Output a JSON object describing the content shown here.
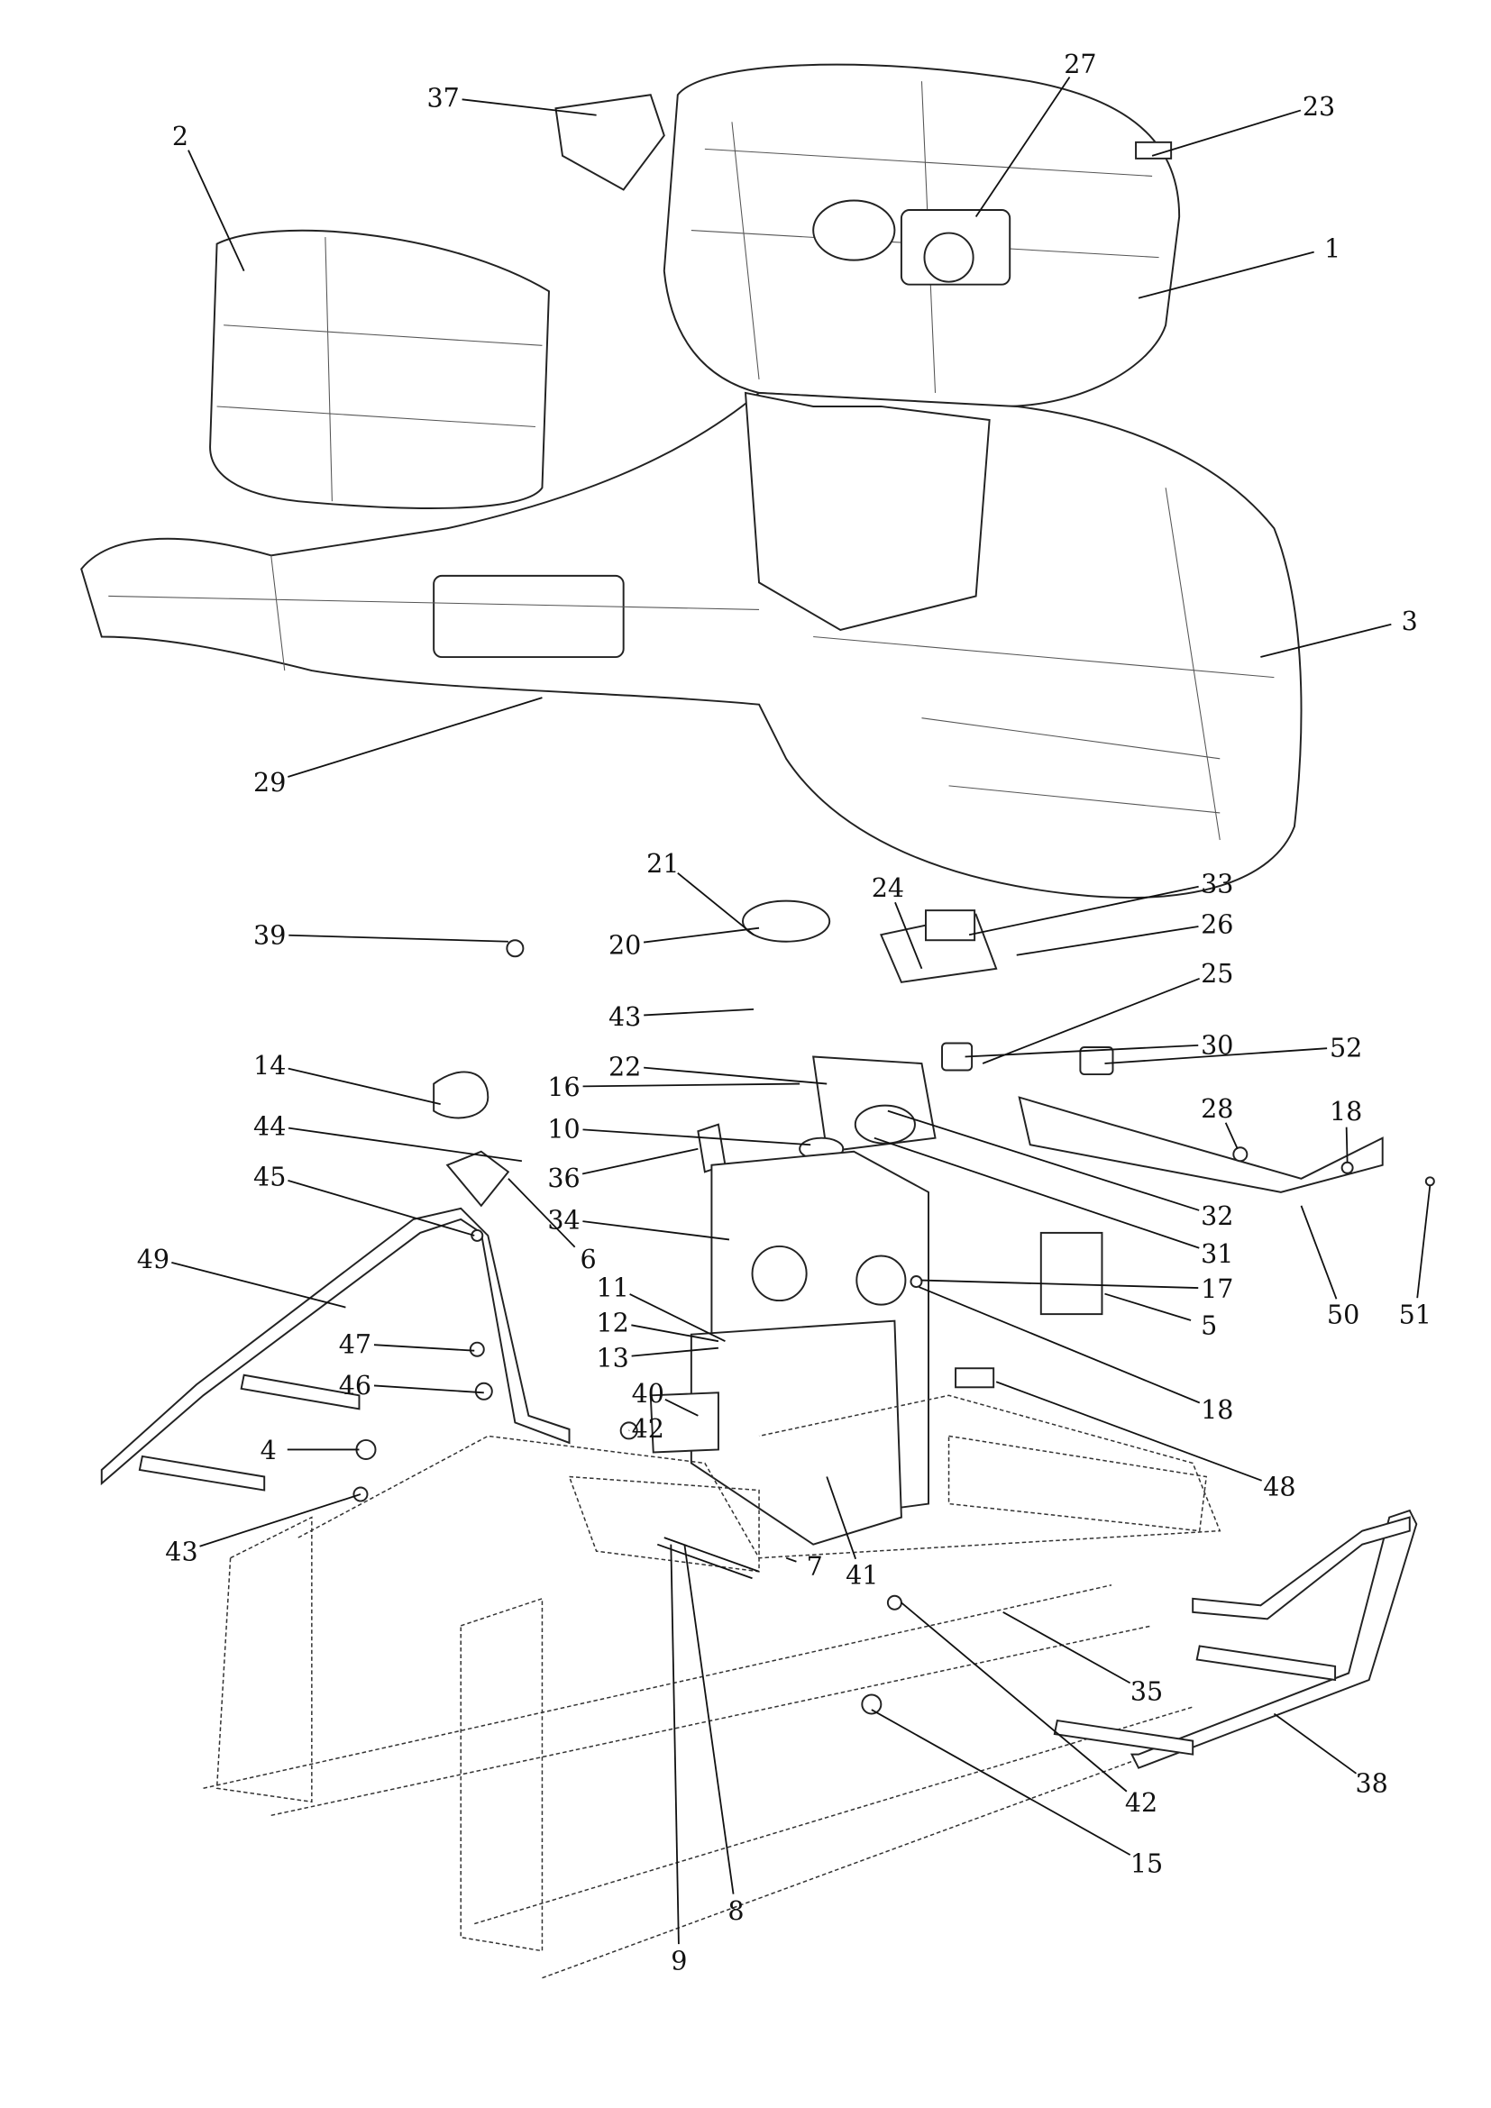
{
  "callouts": [
    "37",
    "2",
    "27",
    "23",
    "1",
    "3",
    "29",
    "21",
    "24",
    "33",
    "20",
    "26",
    "39",
    "25",
    "43",
    "52",
    "22",
    "30",
    "14",
    "16",
    "28",
    "18",
    "10",
    "44",
    "36",
    "45",
    "32",
    "34",
    "49",
    "6",
    "31",
    "11",
    "17",
    "5",
    "50",
    "51",
    "12",
    "47",
    "13",
    "40",
    "46",
    "42",
    "18",
    "4",
    "48",
    "43",
    "7",
    "41",
    "35",
    "42",
    "38",
    "15",
    "8",
    "9"
  ],
  "colors": {
    "line": "#222222",
    "background": "#ffffff"
  }
}
